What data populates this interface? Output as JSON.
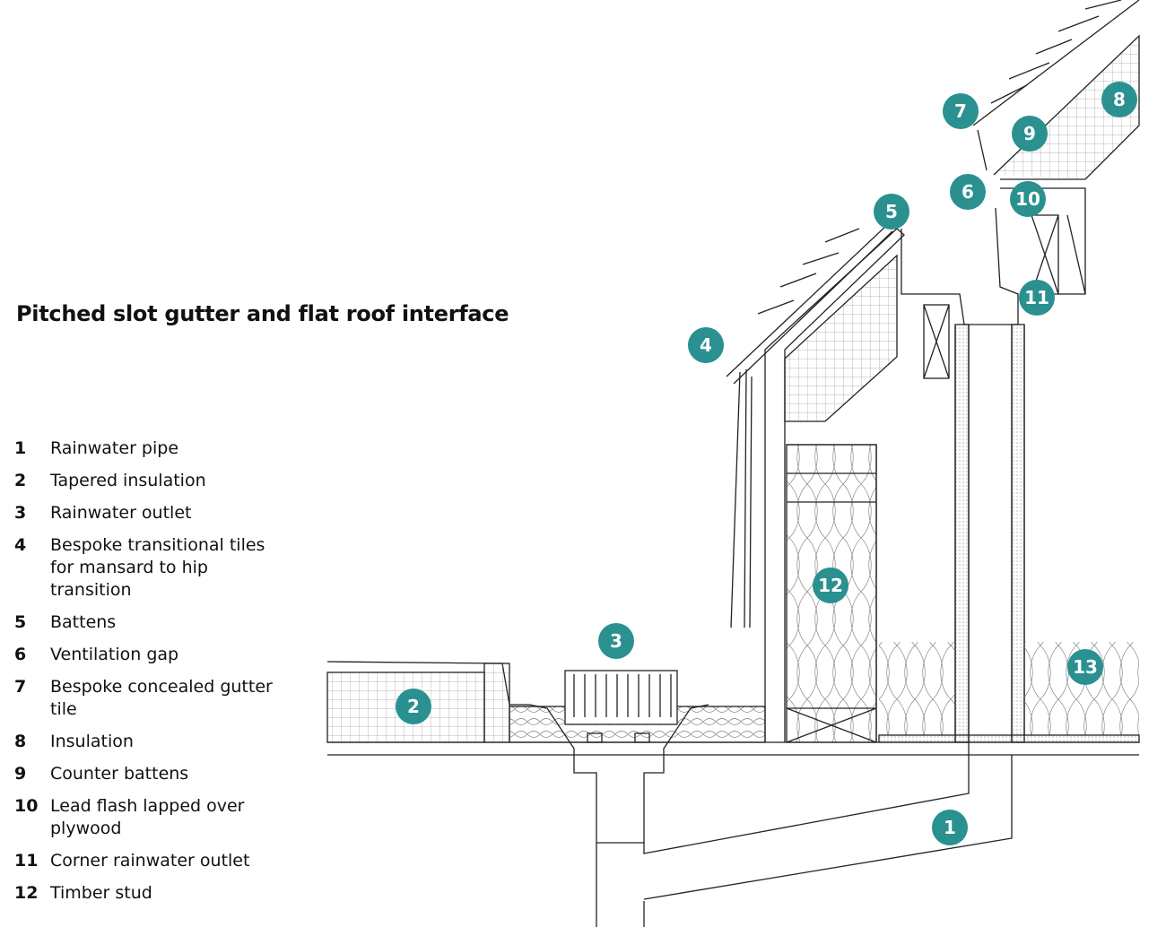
{
  "title": "Pitched slot gutter and flat roof interface",
  "colors": {
    "callout": "#2a9090",
    "line": "#222222"
  },
  "legend": [
    {
      "num": "1",
      "label": "Rainwater pipe"
    },
    {
      "num": "2",
      "label": "Tapered insulation"
    },
    {
      "num": "3",
      "label": "Rainwater outlet"
    },
    {
      "num": "4",
      "label": "Bespoke transitional tiles for mansard to hip transition"
    },
    {
      "num": "5",
      "label": "Battens"
    },
    {
      "num": "6",
      "label": "Ventilation gap"
    },
    {
      "num": "7",
      "label": "Bespoke concealed gutter tile"
    },
    {
      "num": "8",
      "label": "Insulation"
    },
    {
      "num": "9",
      "label": "Counter battens"
    },
    {
      "num": "10",
      "label": "Lead flash lapped over plywood"
    },
    {
      "num": "11",
      "label": "Corner rainwater outlet"
    },
    {
      "num": "12",
      "label": "Timber stud"
    }
  ],
  "callouts": [
    "1",
    "2",
    "3",
    "4",
    "5",
    "6",
    "7",
    "8",
    "9",
    "10",
    "11",
    "12",
    "13"
  ]
}
